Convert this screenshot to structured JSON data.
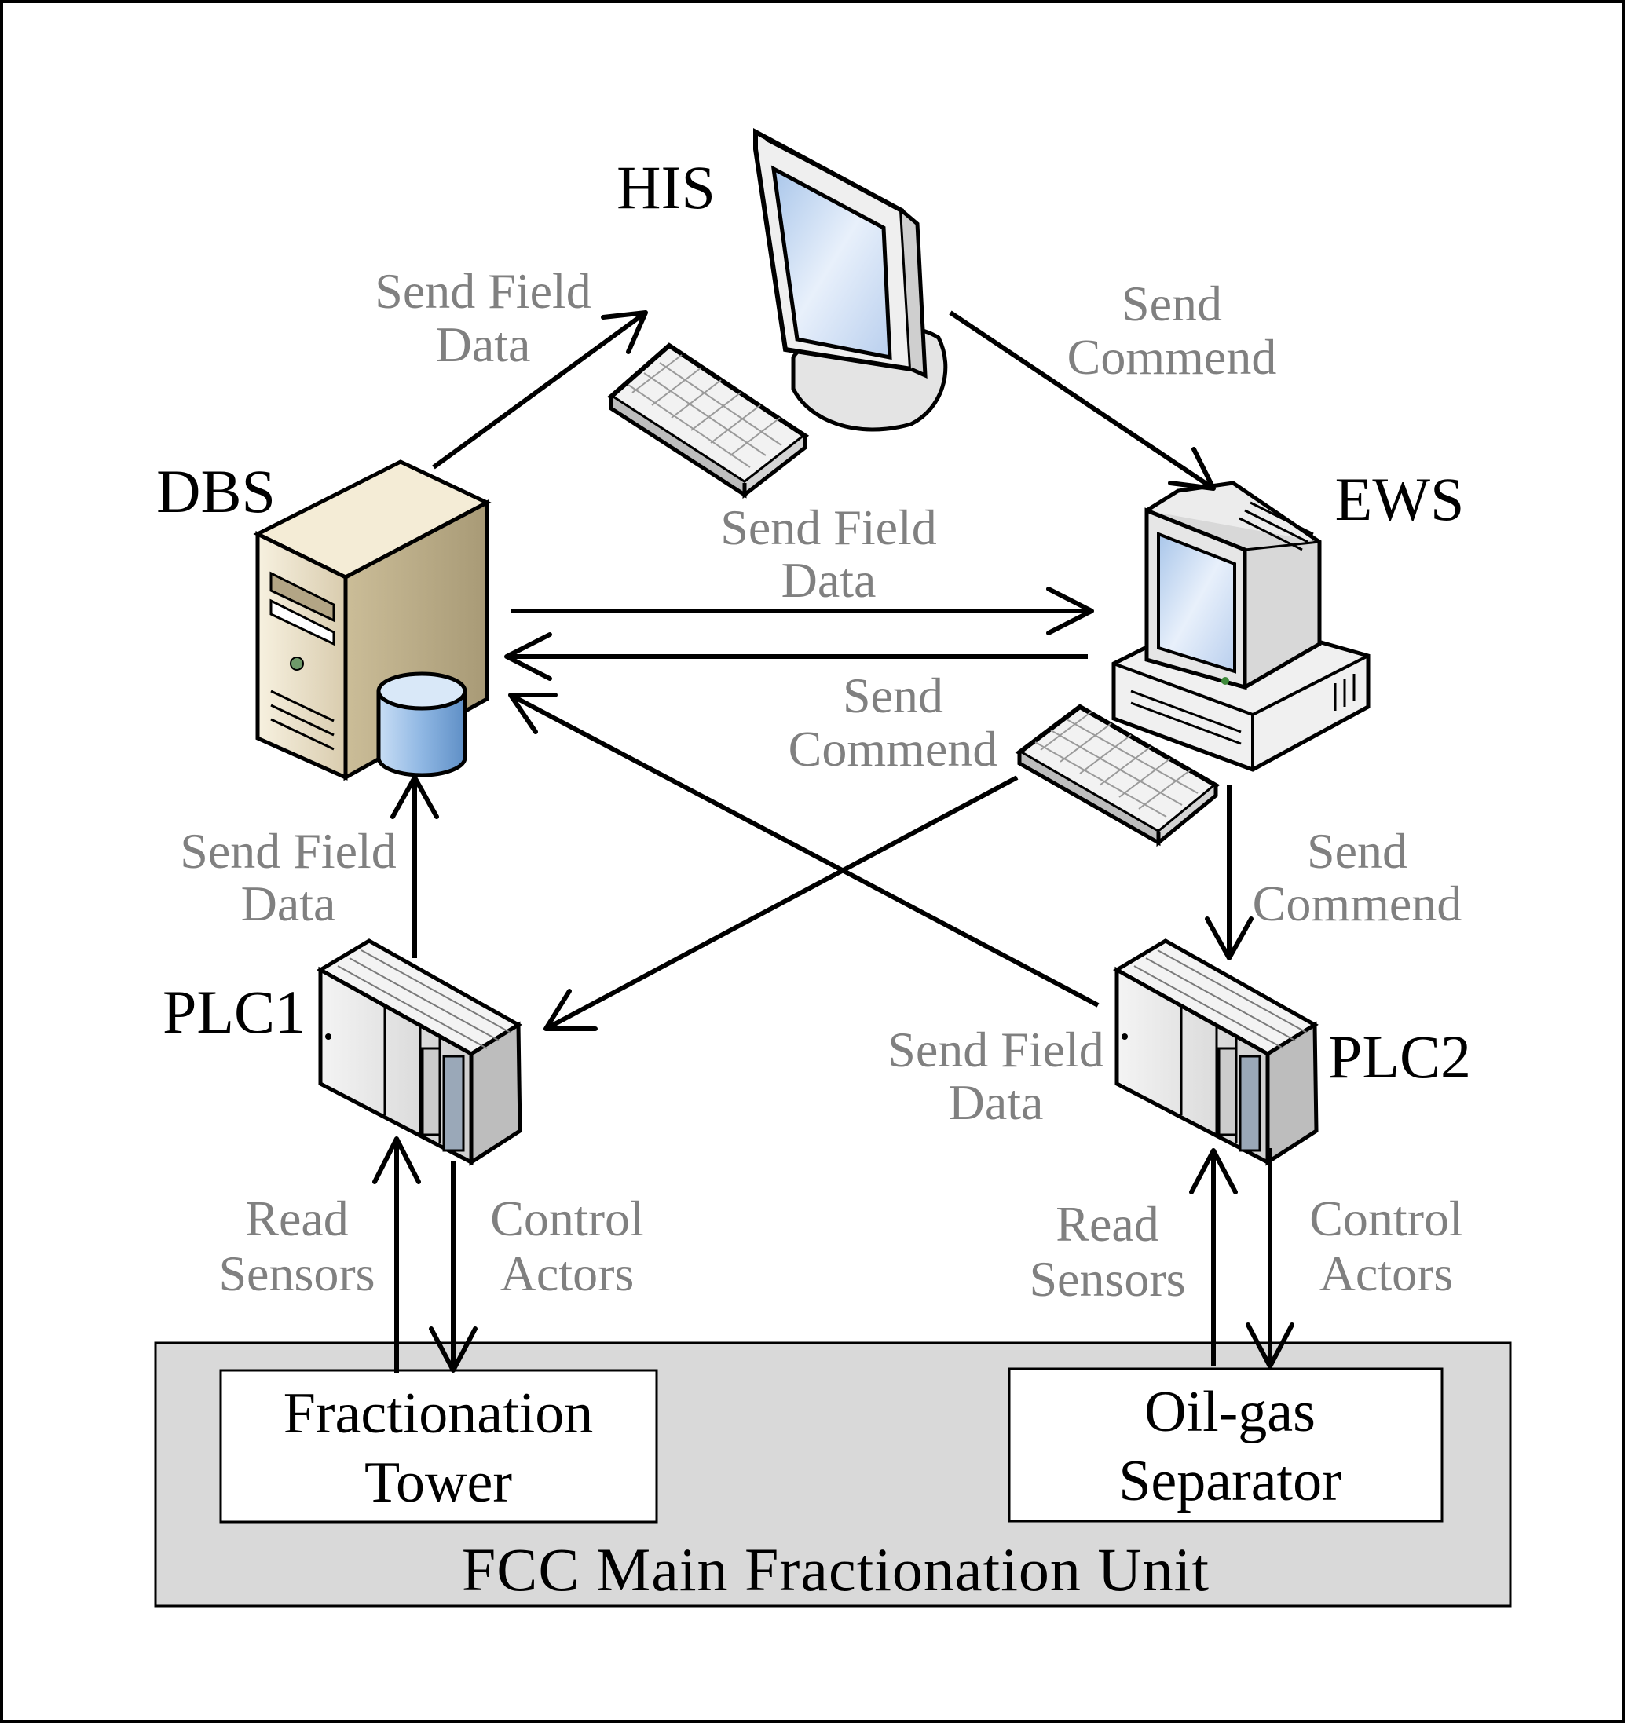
{
  "nodes": {
    "his": "HIS",
    "dbs": "DBS",
    "ews": "EWS",
    "plc1": "PLC1",
    "plc2": "PLC2"
  },
  "edges": {
    "dbs_to_his": [
      "Send Field",
      "Data"
    ],
    "his_to_ews": [
      "Send",
      "Commend"
    ],
    "dbs_to_ews": [
      "Send Field",
      "Data"
    ],
    "ews_to_dbs": [
      "Send",
      "Commend"
    ],
    "plc1_to_dbs": [
      "Send Field",
      "Data"
    ],
    "ews_to_plc2": [
      "Send",
      "Commend"
    ],
    "plc2_to_dbs": [
      "Send Field",
      "Data"
    ],
    "plc1_read": [
      "Read",
      "Sensors"
    ],
    "plc1_control": [
      "Control",
      "Actors"
    ],
    "plc2_read": [
      "Read",
      "Sensors"
    ],
    "plc2_control": [
      "Control",
      "Actors"
    ]
  },
  "equipment": {
    "tower": [
      "Fractionation",
      "Tower"
    ],
    "separator": [
      "Oil-gas",
      "Separator"
    ]
  },
  "unit": "FCC Main Fractionation Unit",
  "colors": {
    "edge_label": "#808080",
    "unit_fill": "#d9d9d9",
    "monitor_screen": "#cfe0f5",
    "server_body": "#efe6cf",
    "database": "#9fc3e8",
    "plc_body": "#e8e8e8"
  }
}
